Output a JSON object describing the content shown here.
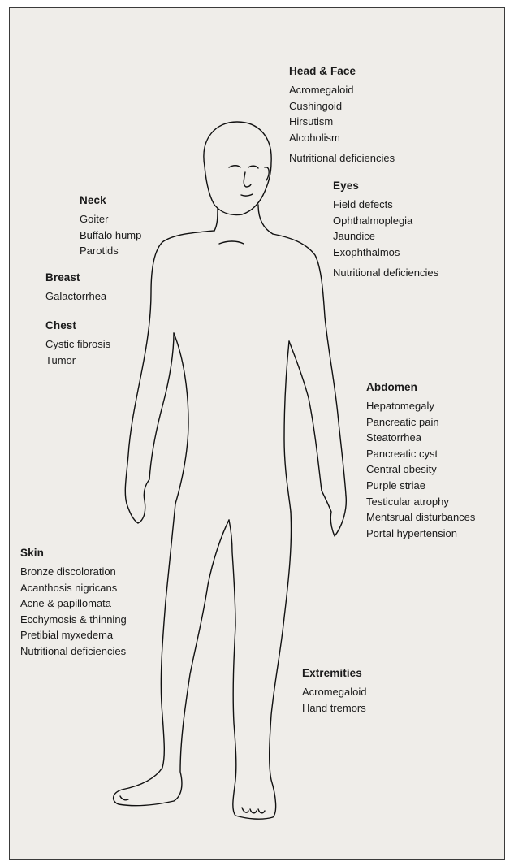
{
  "groups": [
    {
      "id": "head-face",
      "heading": "Head & Face",
      "items": [
        "Acromegaloid",
        "Cushingoid",
        "Hirsutism",
        "Alcoholism",
        "Nutritional deficiencies"
      ]
    },
    {
      "id": "eyes",
      "heading": "Eyes",
      "items": [
        "Field defects",
        "Ophthalmoplegia",
        "Jaundice",
        "Exophthalmos",
        "Nutritional deficiencies"
      ]
    },
    {
      "id": "neck",
      "heading": "Neck",
      "items": [
        "Goiter",
        "Buffalo hump",
        "Parotids"
      ]
    },
    {
      "id": "breast",
      "heading": "Breast",
      "items": [
        "Galactorrhea"
      ]
    },
    {
      "id": "chest",
      "heading": "Chest",
      "items": [
        "Cystic fibrosis",
        "Tumor"
      ]
    },
    {
      "id": "abdomen",
      "heading": "Abdomen",
      "items": [
        "Hepatomegaly",
        "Pancreatic pain",
        "Steatorrhea",
        "Pancreatic cyst",
        "Central obesity",
        "Purple striae",
        "Testicular atrophy",
        "Mentsrual disturbances",
        "Portal hypertension"
      ]
    },
    {
      "id": "skin",
      "heading": "Skin",
      "items": [
        "Bronze discoloration",
        "Acanthosis nigricans",
        "Acne & papillomata",
        "Ecchymosis & thinning",
        "Pretibial myxedema",
        "Nutritional deficiencies"
      ]
    },
    {
      "id": "extremities",
      "heading": "Extremities",
      "items": [
        "Acromegaloid",
        "Hand tremors"
      ]
    }
  ]
}
